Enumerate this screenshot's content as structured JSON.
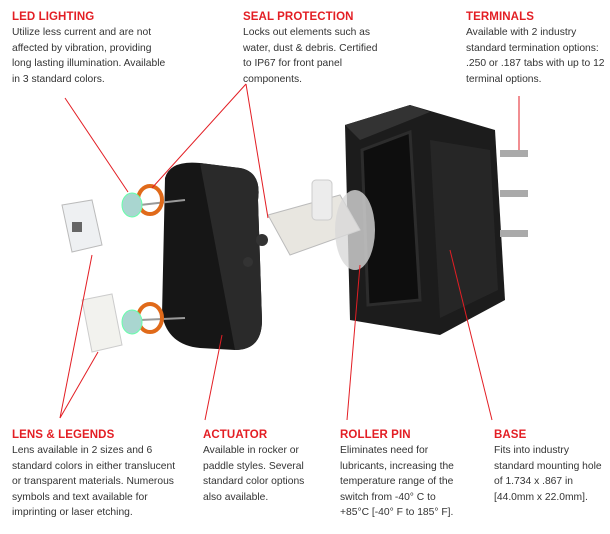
{
  "accent_color": "#e31e24",
  "callouts": {
    "led": {
      "title": "LED LIGHTING",
      "body": "Utilize less current and are not affected by vibration, providing long lasting illumination. Available in 3 standard colors."
    },
    "seal": {
      "title": "SEAL PROTECTION",
      "body": "Locks out elements such as water, dust & debris. Certified to IP67 for front panel components."
    },
    "terminals": {
      "title": "TERMINALS",
      "body": "Available with 2 industry standard termination options: .250 or .187 tabs with up to 12 terminal options."
    },
    "lens": {
      "title": "LENS & LEGENDS",
      "body": "Lens available in 2 sizes and 6 standard colors in either translucent or transparent materials. Numerous symbols and text available for imprinting or laser etching."
    },
    "actuator": {
      "title": "ACTUATOR",
      "body": "Available in rocker or paddle styles. Several standard color options also available."
    },
    "roller": {
      "title": "ROLLER PIN",
      "body": "Eliminates need for lubricants, increasing the temperature range of the switch from -40° C to +85°C [-40° F to 185° F]."
    },
    "base": {
      "title": "BASE",
      "body": "Fits into industry standard mounting hole of 1.734 x .867 in [44.0mm x 22.0mm]."
    }
  }
}
